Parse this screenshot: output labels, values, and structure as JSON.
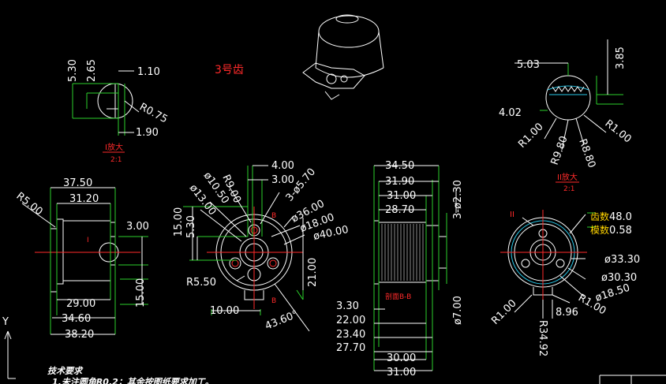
{
  "title": "3号齿",
  "views": {
    "detail_i": {
      "dims": [
        "5.30",
        "2.65",
        "1.10",
        "R0.75",
        "1.90"
      ],
      "caption": "I放大",
      "scale": "2:1",
      "marker": "I"
    },
    "detail_ii": {
      "dims": [
        "5.03",
        "3.85",
        "4.02",
        "R1.00",
        "R9.80",
        "R8.80",
        "R1.00"
      ],
      "caption": "II放大",
      "scale": "2:1"
    },
    "side_view": {
      "dims": [
        "37.50",
        "31.20",
        "R5.00",
        "3.00",
        "29.00",
        "34.60",
        "38.20",
        "15.00"
      ],
      "marker": "I"
    },
    "front_view": {
      "dims": [
        "4.00",
        "3.00",
        "R9.00",
        "ø10.50",
        "ø13.00",
        "3-ø5.70",
        "ø36.00",
        "ø18.00",
        "ø40.00",
        "15.00",
        "5.30",
        "21.00",
        "R5.50",
        "10.00",
        "43.60°"
      ],
      "section_mark": "B"
    },
    "section_view": {
      "dims": [
        "34.50",
        "31.90",
        "31.00",
        "28.70",
        "3-ø2.30",
        "3.30",
        "22.00",
        "23.40",
        "27.70",
        "30.00",
        "31.00",
        "ø7.00"
      ],
      "caption": "剖面B-B"
    },
    "bottom_view": {
      "marker": "II",
      "teeth_label": "齿数",
      "teeth_value": "48.0",
      "module_label": "模数",
      "module_value": "0.58",
      "dims": [
        "ø33.30",
        "ø30.30",
        "ø18.50",
        "R1.00",
        "8.96",
        "R1.00",
        "R34.92"
      ]
    }
  },
  "notes": {
    "heading": "技术要求",
    "line1": "1.未注圆角R0.2；其余按图纸要求加工。"
  },
  "ucs": {
    "y": "Y"
  },
  "colors": {
    "background": "#000000",
    "dimension": "#ffffff",
    "center": "#ff2a2a",
    "extension": "#2bd12b",
    "gear": "#27c7e8"
  }
}
